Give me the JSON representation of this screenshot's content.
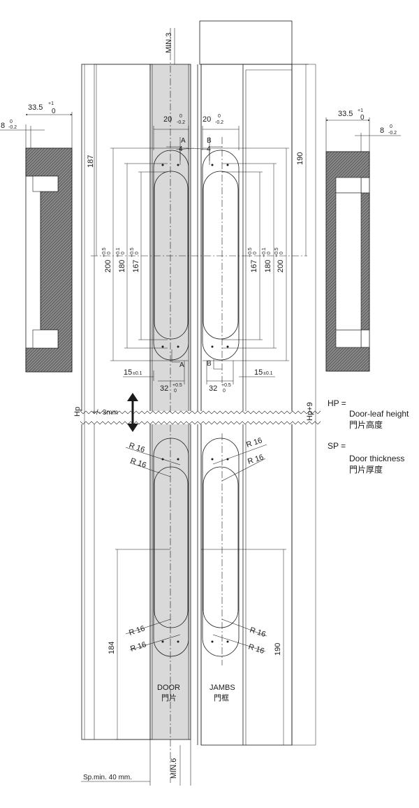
{
  "min_top": "MIN.3",
  "min_bottom": "MIN.6",
  "sp_min": "Sp.min. 40 mm.",
  "left_profile": {
    "width": "33.5",
    "tol_up": "+1",
    "tol_down": "0",
    "depth": "8",
    "depth_tol_up": "0",
    "depth_tol_down": "-0.2"
  },
  "right_profile": {
    "width": "33.5",
    "tol_up": "+1",
    "tol_down": "0",
    "depth": "8",
    "depth_tol_up": "0",
    "depth_tol_down": "-0.2"
  },
  "door_slot": {
    "width": "20",
    "tol_up": "0",
    "tol_down": "-0.2",
    "section": "A",
    "offset": "4"
  },
  "jamb_slot": {
    "width": "20",
    "tol_up": "0",
    "tol_down": "-0.2",
    "section": "B",
    "offset": "4"
  },
  "dims_left": {
    "top": "187",
    "d200": "200",
    "d200_up": "+0.5",
    "d200_down": "0",
    "d180": "180",
    "d180_up": "+0.1",
    "d180_down": "0",
    "d167": "167",
    "d167_up": "+0.5",
    "d167_down": "0",
    "bottom": "184"
  },
  "dims_right": {
    "top": "190",
    "d167": "167",
    "d167_up": "+0.5",
    "d167_down": "0",
    "d180": "180",
    "d180_up": "+0.1",
    "d180_down": "0",
    "d200": "200",
    "d200_up": "+0.5",
    "d200_down": "0",
    "bottom": "190"
  },
  "edge_left": {
    "value": "15",
    "tol": "±0.1"
  },
  "edge_right": {
    "value": "15",
    "tol": "±0.1"
  },
  "depth_left": {
    "value": "32",
    "up": "+0.5",
    "down": "0"
  },
  "depth_right": {
    "value": "32",
    "up": "+0.5",
    "down": "0"
  },
  "radius": "R 16",
  "hp": "Hp",
  "hp9": "Hp+9",
  "adjust": "+/- 3mm",
  "door_label": "DOOR",
  "door_label_cn": "門片",
  "jamb_label": "JAMBS",
  "jamb_label_cn": "門框",
  "legend": {
    "hp_key": "HP =",
    "hp_en": "Door-leaf height",
    "hp_cn": "門片高度",
    "sp_key": "SP =",
    "sp_en": "Door thickness",
    "sp_cn": "門片厚度"
  },
  "colors": {
    "door_fill": "#d9d9d9",
    "line": "#1a1a1a",
    "hatch": "#6f6f6f"
  }
}
